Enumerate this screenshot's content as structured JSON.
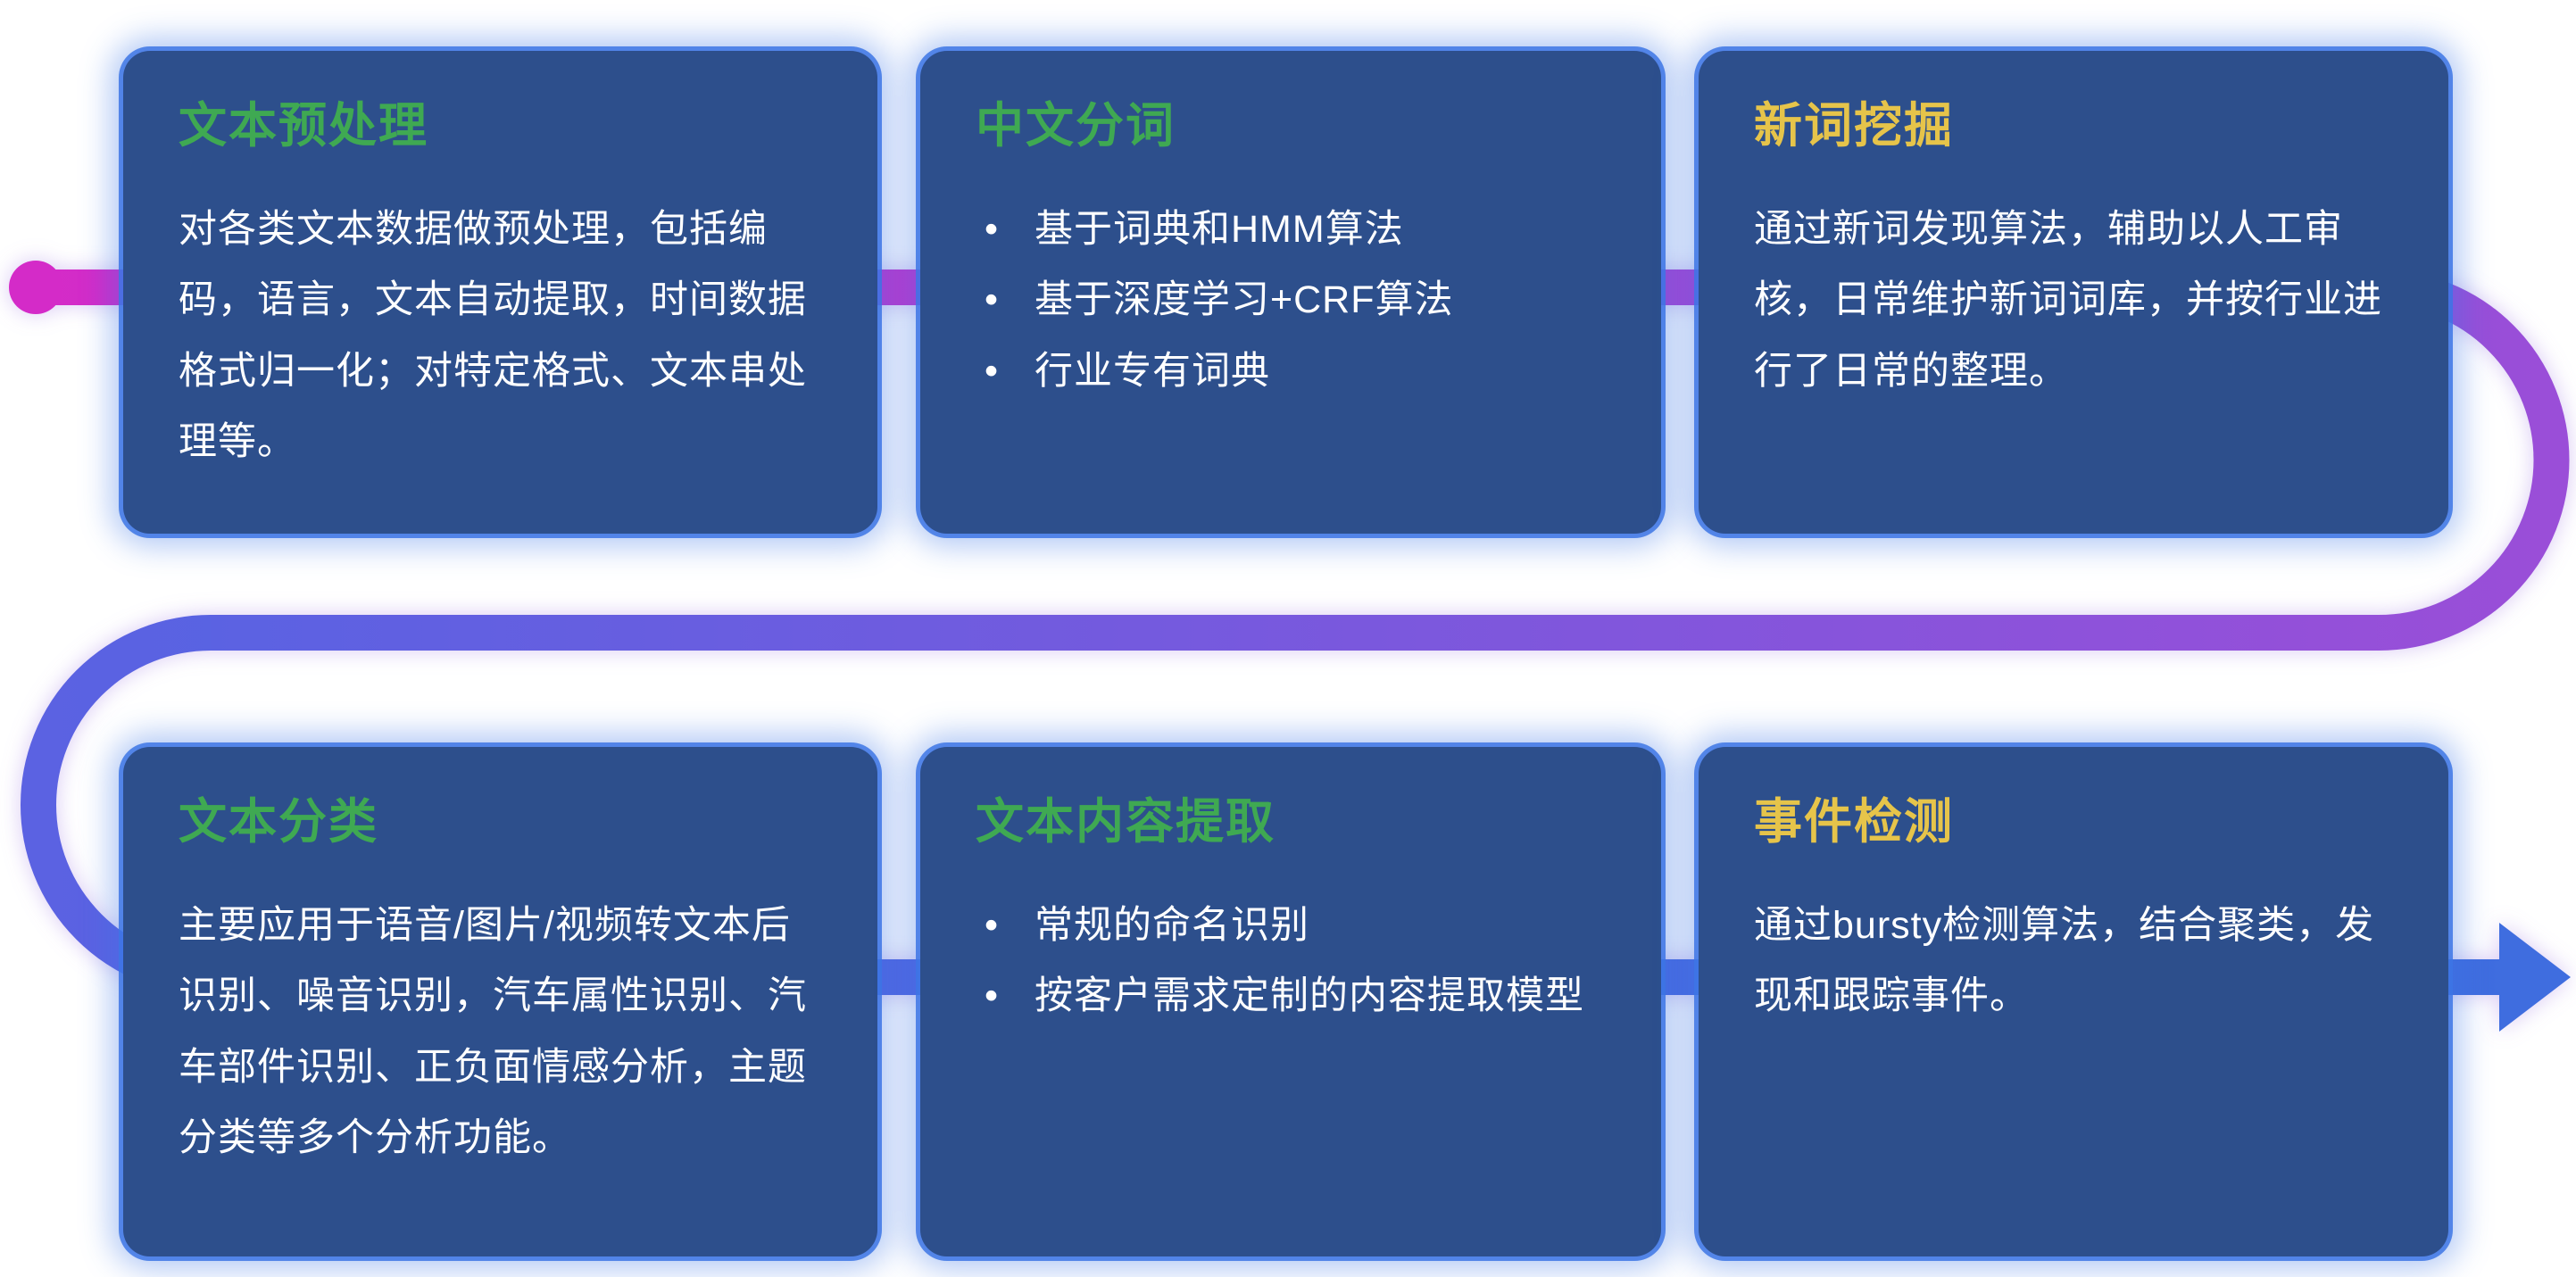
{
  "cards": [
    {
      "title": "文本预处理",
      "title_color": "#3fa952",
      "body": "对各类文本数据做预处理，包括编码，语言，文本自动提取，时间数据格式归一化；对特定格式、文本串处理等。"
    },
    {
      "title": "中文分词",
      "title_color": "#3fa952",
      "bullets": [
        "基于词典和HMM算法",
        "基于深度学习+CRF算法",
        "行业专有词典"
      ]
    },
    {
      "title": "新词挖掘",
      "title_color": "#e6c44a",
      "body": "通过新词发现算法，辅助以人工审核，日常维护新词词库，并按行业进行了日常的整理。"
    },
    {
      "title": "文本分类",
      "title_color": "#3fa952",
      "body": "主要应用于语音/图片/视频转文本后识别、噪音识别，汽车属性识别、汽车部件识别、正负面情感分析，主题分类等多个分析功能。"
    },
    {
      "title": "文本内容提取",
      "title_color": "#3fa952",
      "bullets": [
        "常规的命名识别",
        "按客户需求定制的内容提取模型"
      ]
    },
    {
      "title": "事件检测",
      "title_color": "#e6c44a",
      "body": "通过bursty检测算法，结合聚类，发现和跟踪事件。"
    }
  ],
  "flow": {
    "start_dot_icon": "magenta-dot",
    "arrow_icon": "right-arrow",
    "gradient_colors": [
      "#d42bc8",
      "#9a4ed8",
      "#5b62e2",
      "#3f6ddf"
    ],
    "card_background": "#2d4f8c",
    "card_glow_color": "#3d76e5"
  }
}
